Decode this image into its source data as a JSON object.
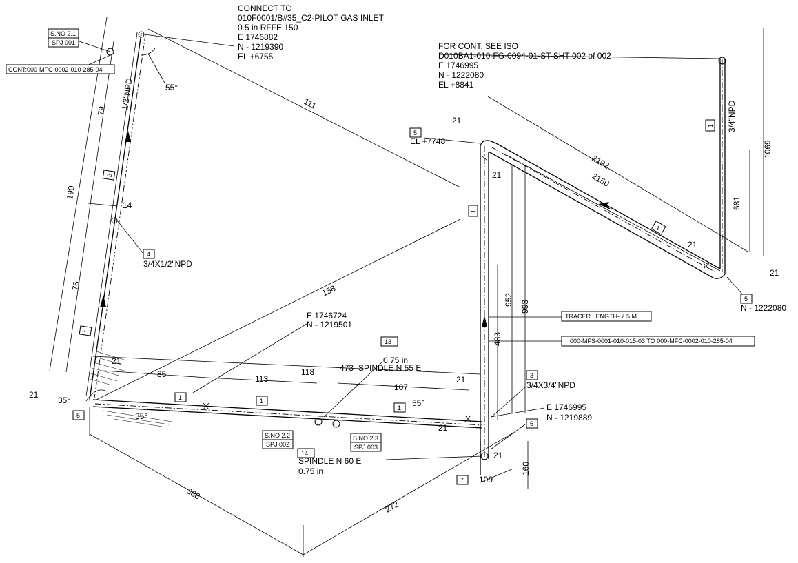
{
  "connect_note": {
    "line1": "CONNECT TO",
    "line2": "010F0001/B#35_C2-PILOT GAS INLET",
    "line3": "0.5 in RFFE 150",
    "line4": "E 1746882",
    "line5": "N - 1219390",
    "line6": "EL +6755"
  },
  "cont_note": {
    "line1": "FOR CONT. SEE ISO",
    "line2": "D010BA1-010-FG-0094-01-ST-SHT-002 of 002",
    "line3": "E 1746995",
    "line4": "N - 1222080",
    "line5": "EL +8841"
  },
  "sno_21": "S.NO 2.1",
  "spj_001": "SPJ 001",
  "cont_tag": "CONT:000-MFC-0002-010-285-04",
  "angle_55_top": "55°",
  "dims": {
    "d111": "111",
    "d79": "79",
    "d190": "190",
    "d76": "76",
    "d14": "14",
    "d21_left": "21",
    "d21_a": "21",
    "d85": "85",
    "d113": "113",
    "d118": "118",
    "d473": "473",
    "d107": "107",
    "d21_mid": "21",
    "d21_mid2": "21",
    "d158": "158",
    "d388": "388",
    "d272": "272",
    "d21_top": "21",
    "d21_top2": "21",
    "d2192": "2192",
    "d2150": "2150",
    "d21_right": "21",
    "d21_right2": "21",
    "d681": "681",
    "d1069": "1069",
    "d952": "952",
    "d993": "993",
    "d483": "483",
    "d21_low": "21",
    "d160": "160",
    "d109": "109"
  },
  "npd_12": "1/2\"NPD",
  "npd_34": "3/4\"NPD",
  "red_34x12": "3/4X1/2\"NPD",
  "red_34x34": "3/4X3/4\"NPD",
  "angle_35a": "35°",
  "angle_35b": "35°",
  "angle_55_mid": "55°",
  "coord_a": {
    "e": "E 1746724",
    "n": "N - 1219501"
  },
  "coord_b": {
    "e": "E 1746995",
    "n": "N - 1219889"
  },
  "spindle_55": {
    "size": "0.75 in",
    "text": "SPINDLE N 55 E"
  },
  "spindle_60": {
    "text": "SPINDLE N 60 E",
    "size": "0.75 in"
  },
  "sno_22": "S.NO 2.2",
  "spj_002": "SPJ 002",
  "sno_23": "S.NO 2.3",
  "spj_003": "SPJ 003",
  "el_7748": "EL +7748",
  "n_1222080": "N - 1222080",
  "tracer": "TRACER LENGTH- 7.5 M",
  "ref_tag": "000-MFS-0001-010-015-03 TO 000-MFC-0002-010-285-04",
  "tags": {
    "t1a": "1",
    "t1b": "1",
    "t1c": "1",
    "t1d": "1",
    "t1e": "1",
    "t1f": "1",
    "t1g": "1",
    "t2": "2",
    "t3": "3",
    "t4": "4",
    "t5a": "5",
    "t5b": "5",
    "t5c": "5",
    "t6": "6",
    "t7": "7",
    "t13": "13",
    "t14": "14"
  }
}
